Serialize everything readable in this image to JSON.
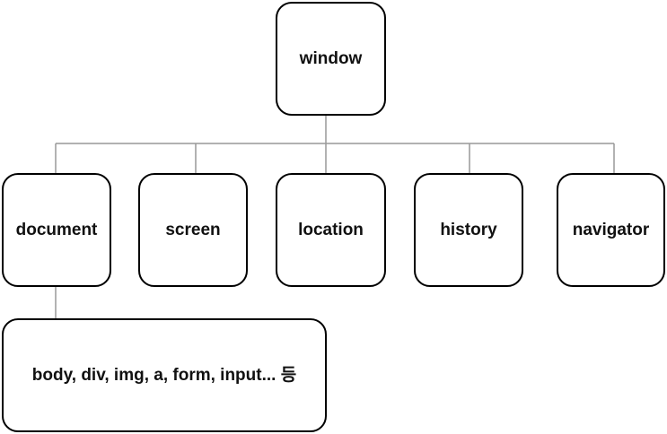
{
  "diagram": {
    "root": {
      "label": "window"
    },
    "children": [
      {
        "id": "document",
        "label": "document"
      },
      {
        "id": "screen",
        "label": "screen"
      },
      {
        "id": "location",
        "label": "location"
      },
      {
        "id": "history",
        "label": "history"
      },
      {
        "id": "navigator",
        "label": "navigator"
      }
    ],
    "document_children": {
      "label": "body, div, img, a, form, input... 등"
    }
  },
  "colors": {
    "line": "#999999",
    "border": "#000000",
    "background": "#ffffff"
  }
}
